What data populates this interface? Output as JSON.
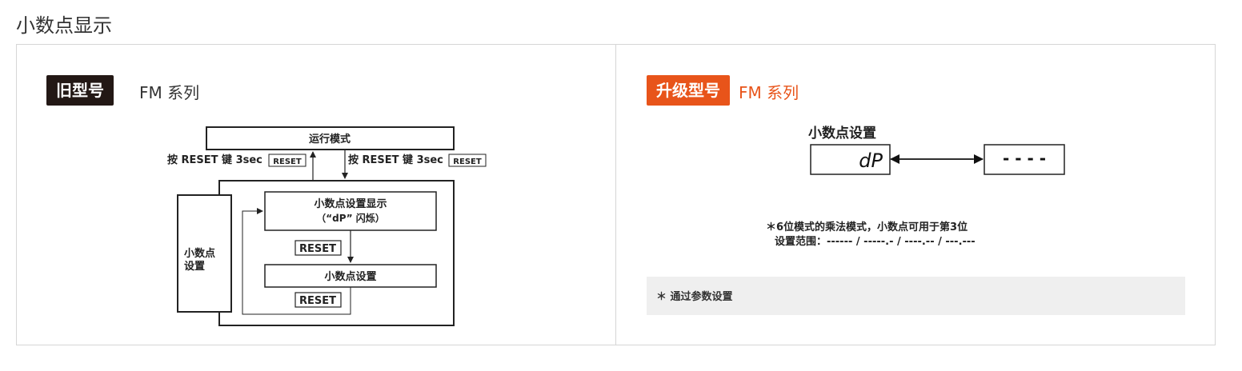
{
  "page": {
    "title": "小数点显示"
  },
  "left_panel": {
    "badge": "旧型号",
    "series": "FM 系列",
    "flow": {
      "run_mode": "运行模式",
      "hold_left": "按 RESET 键 3sec",
      "hold_right": "按 RESET 键 3sec",
      "reset_key": "RESET",
      "group_label_line1": "小数点",
      "group_label_line2": "设置",
      "step1_line1": "小数点设置显示",
      "step1_line2": "（“dP” 闪烁）",
      "step2": "小数点设置"
    }
  },
  "right_panel": {
    "badge": "升级型号",
    "series": "FM 系列",
    "display_title": "小数点设置",
    "display_left": "dP",
    "display_right": "- - - -",
    "note_line1": "＊6位模式的乘法模式，小数点可用于第3位",
    "note_line2": "设置范围：------ / -----.- / ----.-- / ---.---",
    "footnote": "＊ 通过参数设置"
  }
}
